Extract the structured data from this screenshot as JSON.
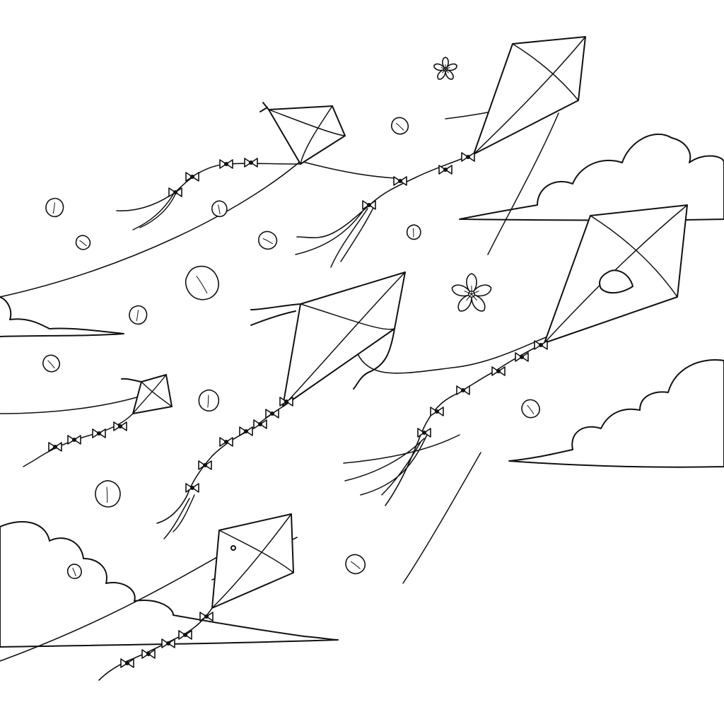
{
  "scene": {
    "subject": "kites-flying-in-wind",
    "style": "black-line-art-coloring-page",
    "colors": {
      "background": "#ffffff",
      "ink": "#111111"
    },
    "counts": {
      "kites": 6,
      "clouds": 4,
      "blossoms": 2
    }
  }
}
